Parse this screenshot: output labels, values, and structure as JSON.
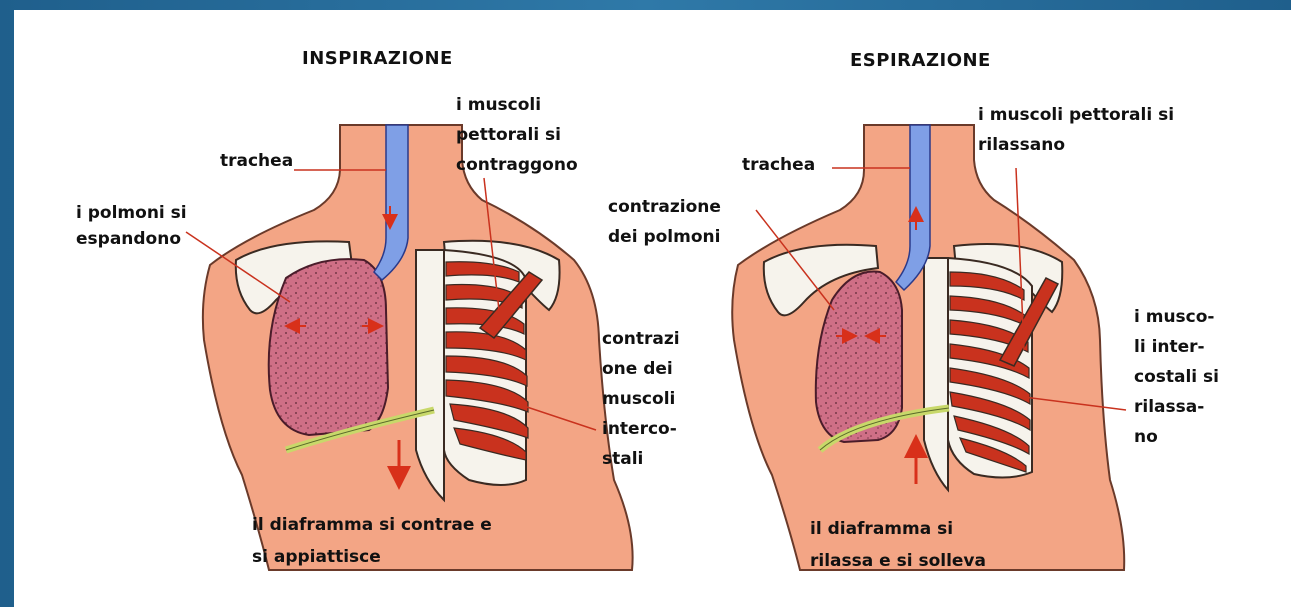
{
  "diagram": {
    "left_panel": {
      "title": "INSPIRAZIONE",
      "trachea": "trachea",
      "lungs": [
        "i polmoni si",
        "espandono"
      ],
      "pectorals": [
        "i muscoli",
        "pettorali si",
        "contraggono"
      ],
      "intercostals": [
        "contrazi",
        "one dei",
        "muscoli",
        "interco-",
        "stali"
      ],
      "diaphragm": [
        "il diaframma si contrae e",
        "si appiattisce"
      ]
    },
    "right_panel": {
      "title": "ESPIRAZIONE",
      "trachea": "trachea",
      "lungs": [
        "contrazione",
        "dei polmoni"
      ],
      "pectorals": [
        "i muscoli pettorali si",
        "rilassano"
      ],
      "intercostals": [
        "i musco-",
        "li inter-",
        "costali si",
        "rilassa-",
        "no"
      ],
      "diaphragm": [
        "il diaframma si",
        "rilassa e si solleva"
      ]
    }
  },
  "colors": {
    "frame": "#2a6a96",
    "skin": "#f3a585",
    "skin_outline": "#6a3a2a",
    "trachea": "#7f9fe6",
    "lung": "#cf6f86",
    "ribs": "#c9321e",
    "bone": "#f6f3ec",
    "diaphragm": "#c8d86a",
    "arrow": "#d8301a"
  }
}
